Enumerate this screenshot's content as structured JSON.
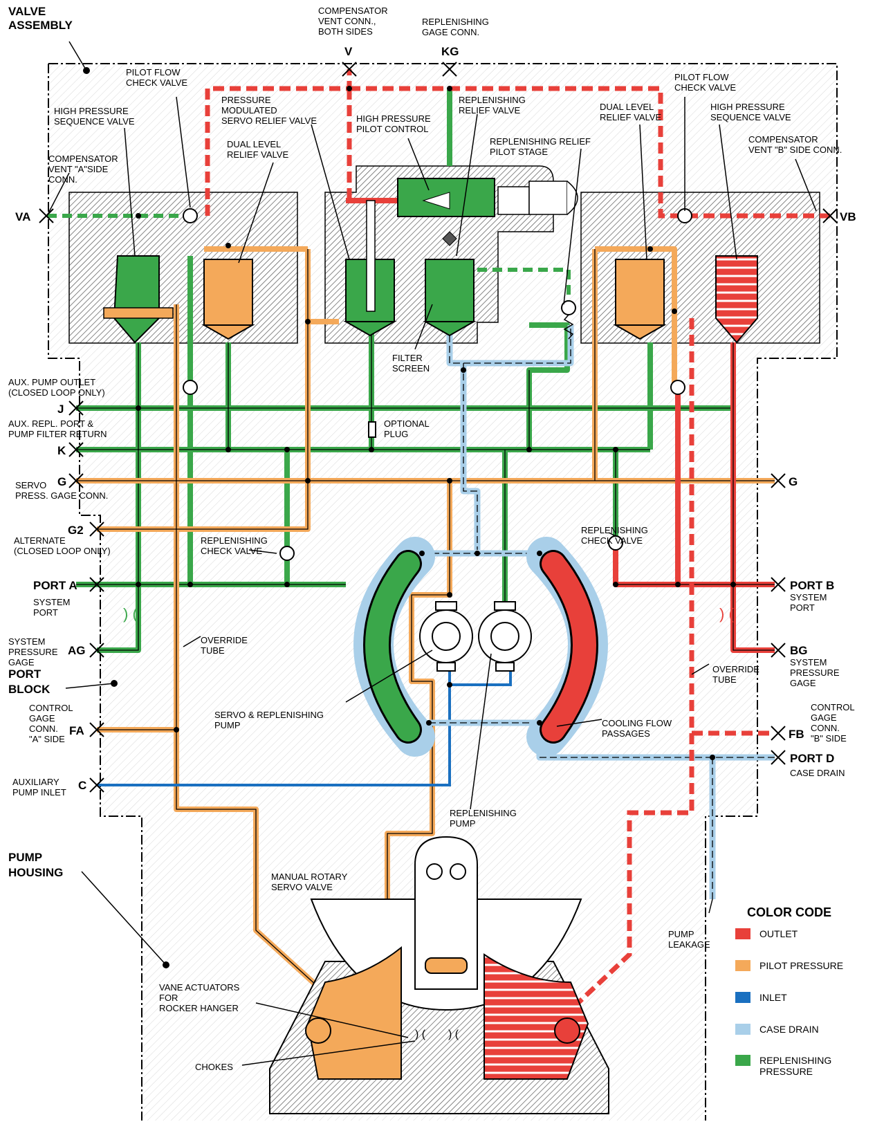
{
  "colors": {
    "outlet": "#e8403a",
    "pilot": "#f4a95a",
    "inlet": "#1a70c0",
    "case_drain": "#a9cfe9",
    "replenishing": "#3aa74a"
  },
  "regions": {
    "valve_assembly": [
      "VALVE",
      "ASSEMBLY"
    ],
    "port_block": [
      "PORT",
      "BLOCK"
    ],
    "pump_housing": [
      "PUMP",
      "HOUSING"
    ]
  },
  "ports": {
    "V": "V",
    "KG": "KG",
    "VA": "VA",
    "VB": "VB",
    "J": "J",
    "K": "K",
    "G": "G",
    "G_right": "G",
    "G2": "G2",
    "port_a": "PORT A",
    "port_b": "PORT B",
    "AG": "AG",
    "BG": "BG",
    "FA": "FA",
    "FB": "FB",
    "C": "C",
    "port_d": "PORT D"
  },
  "labels": {
    "comp_vent_both": [
      "COMPENSATOR",
      "VENT CONN.,",
      "BOTH SIDES"
    ],
    "repl_gage_conn": [
      "REPLENISHING",
      "GAGE CONN."
    ],
    "pilot_flow_check_left": [
      "PILOT FLOW",
      "CHECK VALVE"
    ],
    "hp_seq_left": [
      "HIGH PRESSURE",
      "SEQUENCE VALVE"
    ],
    "press_mod_servo": [
      "PRESSURE",
      "MODULATED",
      "SERVO RELIEF VALVE"
    ],
    "repl_relief": [
      "REPLENISHING",
      "RELIEF VALVE"
    ],
    "hp_pilot_control": [
      "HIGH PRESSURE",
      "PILOT CONTROL"
    ],
    "repl_relief_pilot": [
      "REPLENISHING RELIEF",
      "PILOT STAGE"
    ],
    "comp_vent_a": [
      "COMPENSATOR",
      "VENT \"A\"SIDE",
      "CONN."
    ],
    "dual_level_left": [
      "DUAL LEVEL",
      "RELIEF VALVE"
    ],
    "pilot_flow_check_right": [
      "PILOT FLOW",
      "CHECK VALVE"
    ],
    "dual_level_right": [
      "DUAL LEVEL",
      "RELIEF VALVE"
    ],
    "hp_seq_right": [
      "HIGH PRESSURE",
      "SEQUENCE VALVE"
    ],
    "comp_vent_b": [
      "COMPENSATOR",
      "VENT \"B\" SIDE CONN."
    ],
    "filter_screen": [
      "FILTER",
      "SCREEN"
    ],
    "aux_pump_outlet": [
      "AUX. PUMP OUTLET",
      "(CLOSED LOOP ONLY)"
    ],
    "aux_repl_port": [
      "AUX. REPL. PORT &",
      "PUMP FILTER RETURN"
    ],
    "optional_plug": [
      "OPTIONAL",
      "PLUG"
    ],
    "servo_press_gage": [
      "SERVO",
      "PRESS. GAGE CONN."
    ],
    "alternate": [
      "ALTERNATE",
      "(CLOSED LOOP ONLY)"
    ],
    "repl_check_left": [
      "REPLENISHING",
      "CHECK VALVE"
    ],
    "repl_check_right": [
      "REPLENISHING",
      "CHECK VALVE"
    ],
    "system_port_a": [
      "SYSTEM",
      "PORT"
    ],
    "system_port_b": [
      "SYSTEM",
      "PORT"
    ],
    "sys_press_gage_a": [
      "SYSTEM",
      "PRESSURE",
      "GAGE"
    ],
    "sys_press_gage_b": [
      "SYSTEM",
      "PRESSURE",
      "GAGE"
    ],
    "override_tube_left": [
      "OVERRIDE",
      "TUBE"
    ],
    "override_tube_right": [
      "OVERRIDE",
      "TUBE"
    ],
    "control_gage_a": [
      "CONTROL",
      "GAGE",
      "CONN.",
      "\"A\" SIDE"
    ],
    "control_gage_b": [
      "CONTROL",
      "GAGE",
      "CONN.",
      "\"B\" SIDE"
    ],
    "servo_repl_pump": [
      "SERVO & REPLENISHING",
      "PUMP"
    ],
    "cooling_flow": [
      "COOLING FLOW",
      "PASSAGES"
    ],
    "case_drain": [
      "CASE DRAIN"
    ],
    "aux_pump_inlet": [
      "AUXILIARY",
      "PUMP INLET"
    ],
    "repl_pump": [
      "REPLENISHING",
      "PUMP"
    ],
    "manual_rotary": [
      "MANUAL ROTARY",
      "SERVO VALVE"
    ],
    "pump_leakage": [
      "PUMP",
      "LEAKAGE"
    ],
    "vane_actuators": [
      "VANE ACTUATORS",
      "FOR",
      "ROCKER HANGER"
    ],
    "chokes": [
      "CHOKES"
    ]
  },
  "legend": {
    "title": "COLOR CODE",
    "items": [
      {
        "label": "OUTLET",
        "color": "#e8403a"
      },
      {
        "label": "PILOT PRESSURE",
        "color": "#f4a95a"
      },
      {
        "label": "INLET",
        "color": "#1a70c0"
      },
      {
        "label": "CASE DRAIN",
        "color": "#a9cfe9"
      },
      {
        "label": "REPLENISHING",
        "label2": "PRESSURE",
        "color": "#3aa74a"
      }
    ]
  }
}
